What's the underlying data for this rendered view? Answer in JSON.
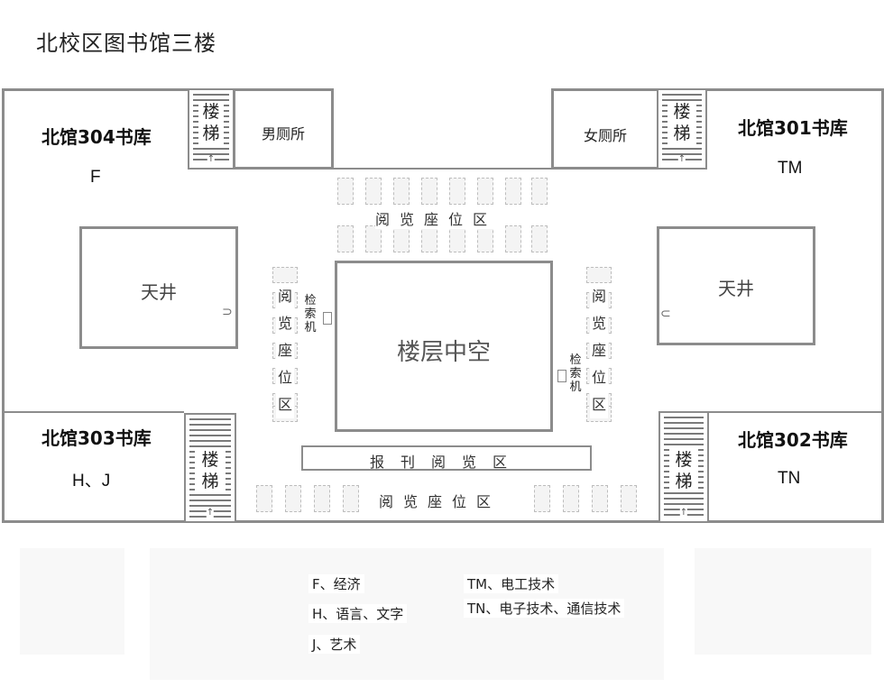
{
  "title": "北校区图书馆三楼",
  "stacks": {
    "nw": {
      "name": "北馆304书库",
      "code": "F"
    },
    "ne": {
      "name": "北馆301书库",
      "code": "TM"
    },
    "sw": {
      "name": "北馆303书库",
      "code": "H、J"
    },
    "se": {
      "name": "北馆302书库",
      "code": "TN"
    }
  },
  "rooms": {
    "mens_restroom": "男厕所",
    "womens_restroom": "女厕所",
    "stair_label": "楼梯",
    "stair_arrow": "↑",
    "atrium_left": "天井",
    "atrium_right": "天井",
    "central_void": "楼层中空",
    "newspaper_reading": "报刊阅览区",
    "reading_seats": "阅览座位区",
    "kiosk": "检索机"
  },
  "legend": {
    "left": [
      "F、经济",
      "H、语言、文字",
      "J、艺术"
    ],
    "right": [
      "TM、电工技术",
      "TN、电子技术、通信技术"
    ]
  }
}
